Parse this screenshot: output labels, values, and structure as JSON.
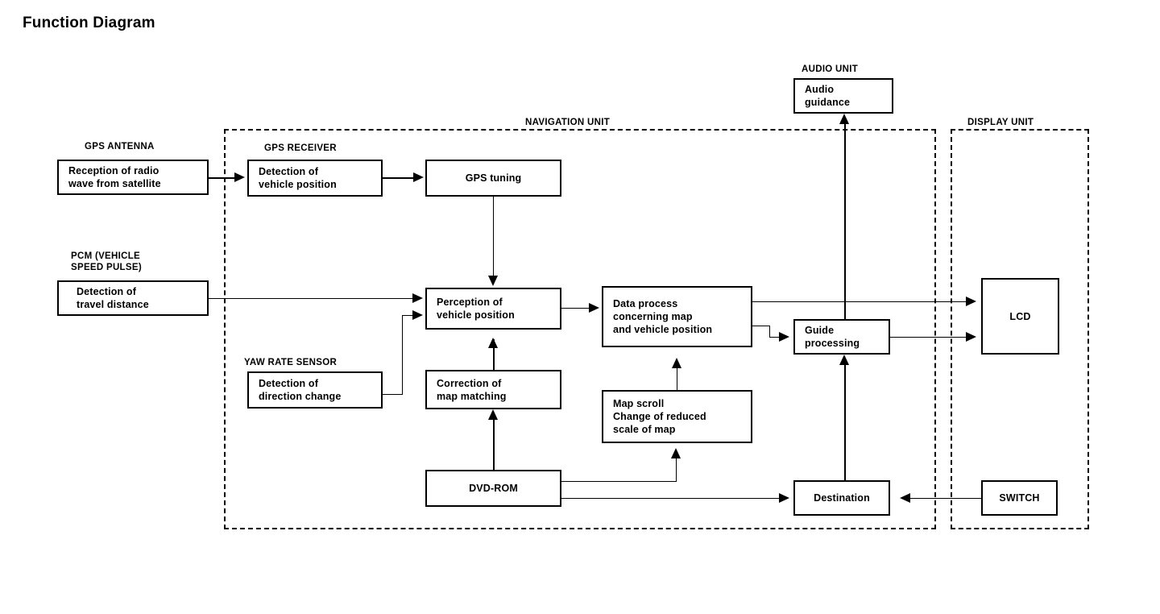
{
  "title": "Function Diagram",
  "groups": [
    {
      "id": "navigation-unit",
      "label": "NAVIGATION UNIT"
    },
    {
      "id": "display-unit",
      "label": "DISPLAY UNIT"
    }
  ],
  "labels": {
    "gps_antenna": "GPS ANTENNA",
    "pcm": "PCM (VEHICLE\nSPEED PULSE)",
    "pcm_line1": "PCM (VEHICLE",
    "pcm_line2": "SPEED PULSE)",
    "gps_receiver": "GPS RECEIVER",
    "yaw_rate_sensor": "YAW RATE SENSOR",
    "audio_unit": "AUDIO UNIT",
    "navigation_unit": "NAVIGATION UNIT",
    "display_unit": "DISPLAY UNIT"
  },
  "boxes": {
    "reception": {
      "line1": "Reception of radio",
      "line2": "wave from satellite"
    },
    "travel_distance": {
      "line1": "Detection of",
      "line2": "travel distance"
    },
    "gps_detection": {
      "line1": "Detection of",
      "line2": "vehicle position"
    },
    "gps_tuning": {
      "line1": "GPS tuning"
    },
    "direction_change": {
      "line1": "Detection of",
      "line2": "direction change"
    },
    "perception": {
      "line1": "Perception of",
      "line2": "vehicle position"
    },
    "map_matching": {
      "line1": "Correction of",
      "line2": "map matching"
    },
    "data_process": {
      "line1": "Data process",
      "line2": "concerning map",
      "line3": "and vehicle position"
    },
    "map_scroll": {
      "line1": "Map scroll",
      "line2": "Change of reduced",
      "line3": "scale of map"
    },
    "dvd_rom": {
      "line1": "DVD-ROM"
    },
    "audio_guidance": {
      "line1": "Audio",
      "line2": "guidance"
    },
    "guide_processing": {
      "line1": "Guide",
      "line2": "processing"
    },
    "destination": {
      "line1": "Destination"
    },
    "lcd": {
      "line1": "LCD"
    },
    "switch": {
      "line1": "SWITCH"
    }
  },
  "colors": {
    "ink": "#000000",
    "paper": "#ffffff"
  }
}
